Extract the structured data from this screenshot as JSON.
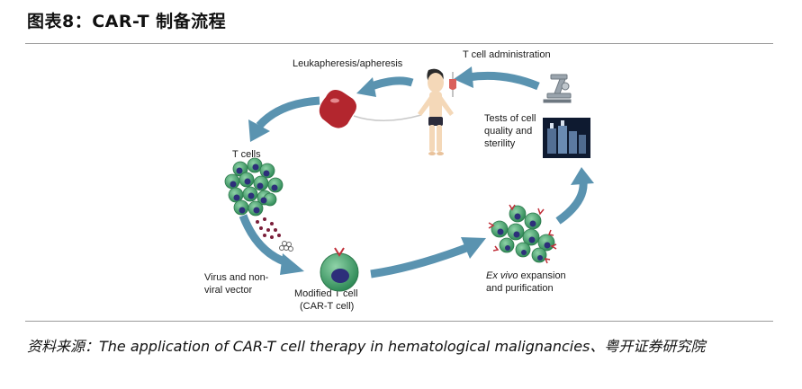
{
  "header": {
    "title": "图表8：CAR-T 制备流程"
  },
  "diagram": {
    "labels": {
      "leukapheresis": "Leukapheresis/apheresis",
      "t_cell_admin": "T cell administration",
      "tests_line1": "Tests of cell",
      "tests_line2": "quality and",
      "tests_line3": "sterility",
      "t_cells": "T cells",
      "virus_line1": "Virus and non-",
      "virus_line2": "viral vector",
      "modified_line1": "Modified T cell",
      "modified_line2": "(CAR-T cell)",
      "exvivo_italic": "Ex vivo",
      "exvivo_rest": " expansion",
      "exvivo_line2": "and purification"
    },
    "colors": {
      "arrow": "#5a93b0",
      "cell_fill": "#3f9b68",
      "nucleus": "#2d2f7a",
      "blood_bag": "#b3262e",
      "vector_dots": "#7a1f3a",
      "receptor": "#c0303a"
    }
  },
  "footer": {
    "source": "资料来源：The application of CAR-T cell therapy in hematological malignancies、粤开证券研究院"
  }
}
